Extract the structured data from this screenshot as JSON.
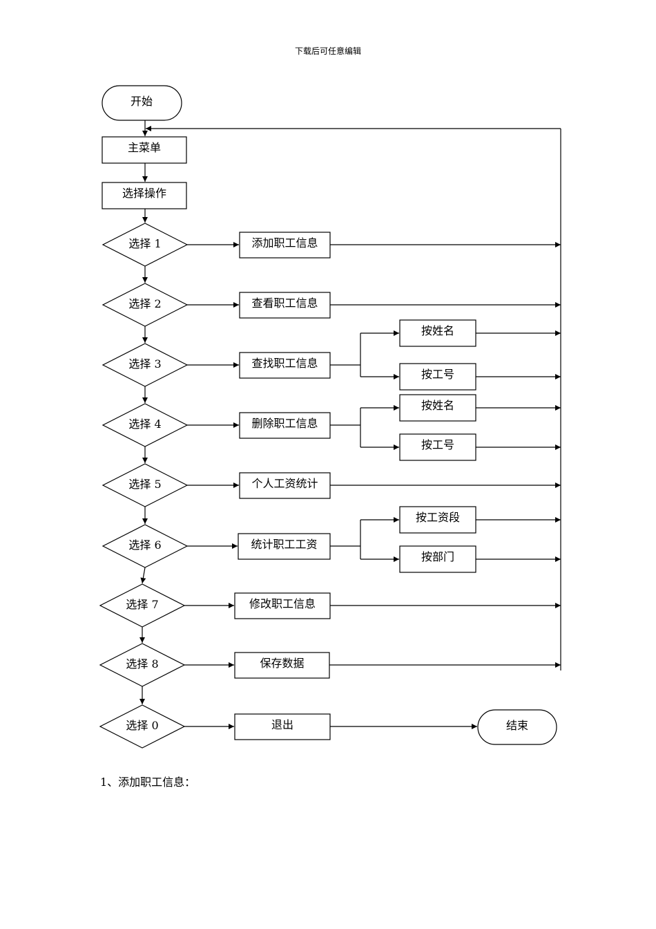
{
  "header": {
    "note": "下载后可任意编辑"
  },
  "flowchart": {
    "start": "开始",
    "main_menu": "主菜单",
    "select_op": "选择操作",
    "choices": [
      {
        "label": "选择 1",
        "action": "添加职工信息",
        "subs": []
      },
      {
        "label": "选择 2",
        "action": "查看职工信息",
        "subs": []
      },
      {
        "label": "选择 3",
        "action": "查找职工信息",
        "subs": [
          "按姓名",
          "按工号"
        ]
      },
      {
        "label": "选择 4",
        "action": "删除职工信息",
        "subs": [
          "按姓名",
          "按工号"
        ]
      },
      {
        "label": "选择 5",
        "action": "个人工资统计",
        "subs": []
      },
      {
        "label": "选择 6",
        "action": "统计职工工资",
        "subs": [
          "按工资段",
          "按部门"
        ]
      },
      {
        "label": "选择 7",
        "action": "修改职工信息",
        "subs": []
      },
      {
        "label": "选择 8",
        "action": "保存数据",
        "subs": []
      },
      {
        "label": "选择 0",
        "action": "退出",
        "subs": []
      }
    ],
    "end": "结束"
  },
  "footer": {
    "section_title": "1、添加职工信息："
  }
}
